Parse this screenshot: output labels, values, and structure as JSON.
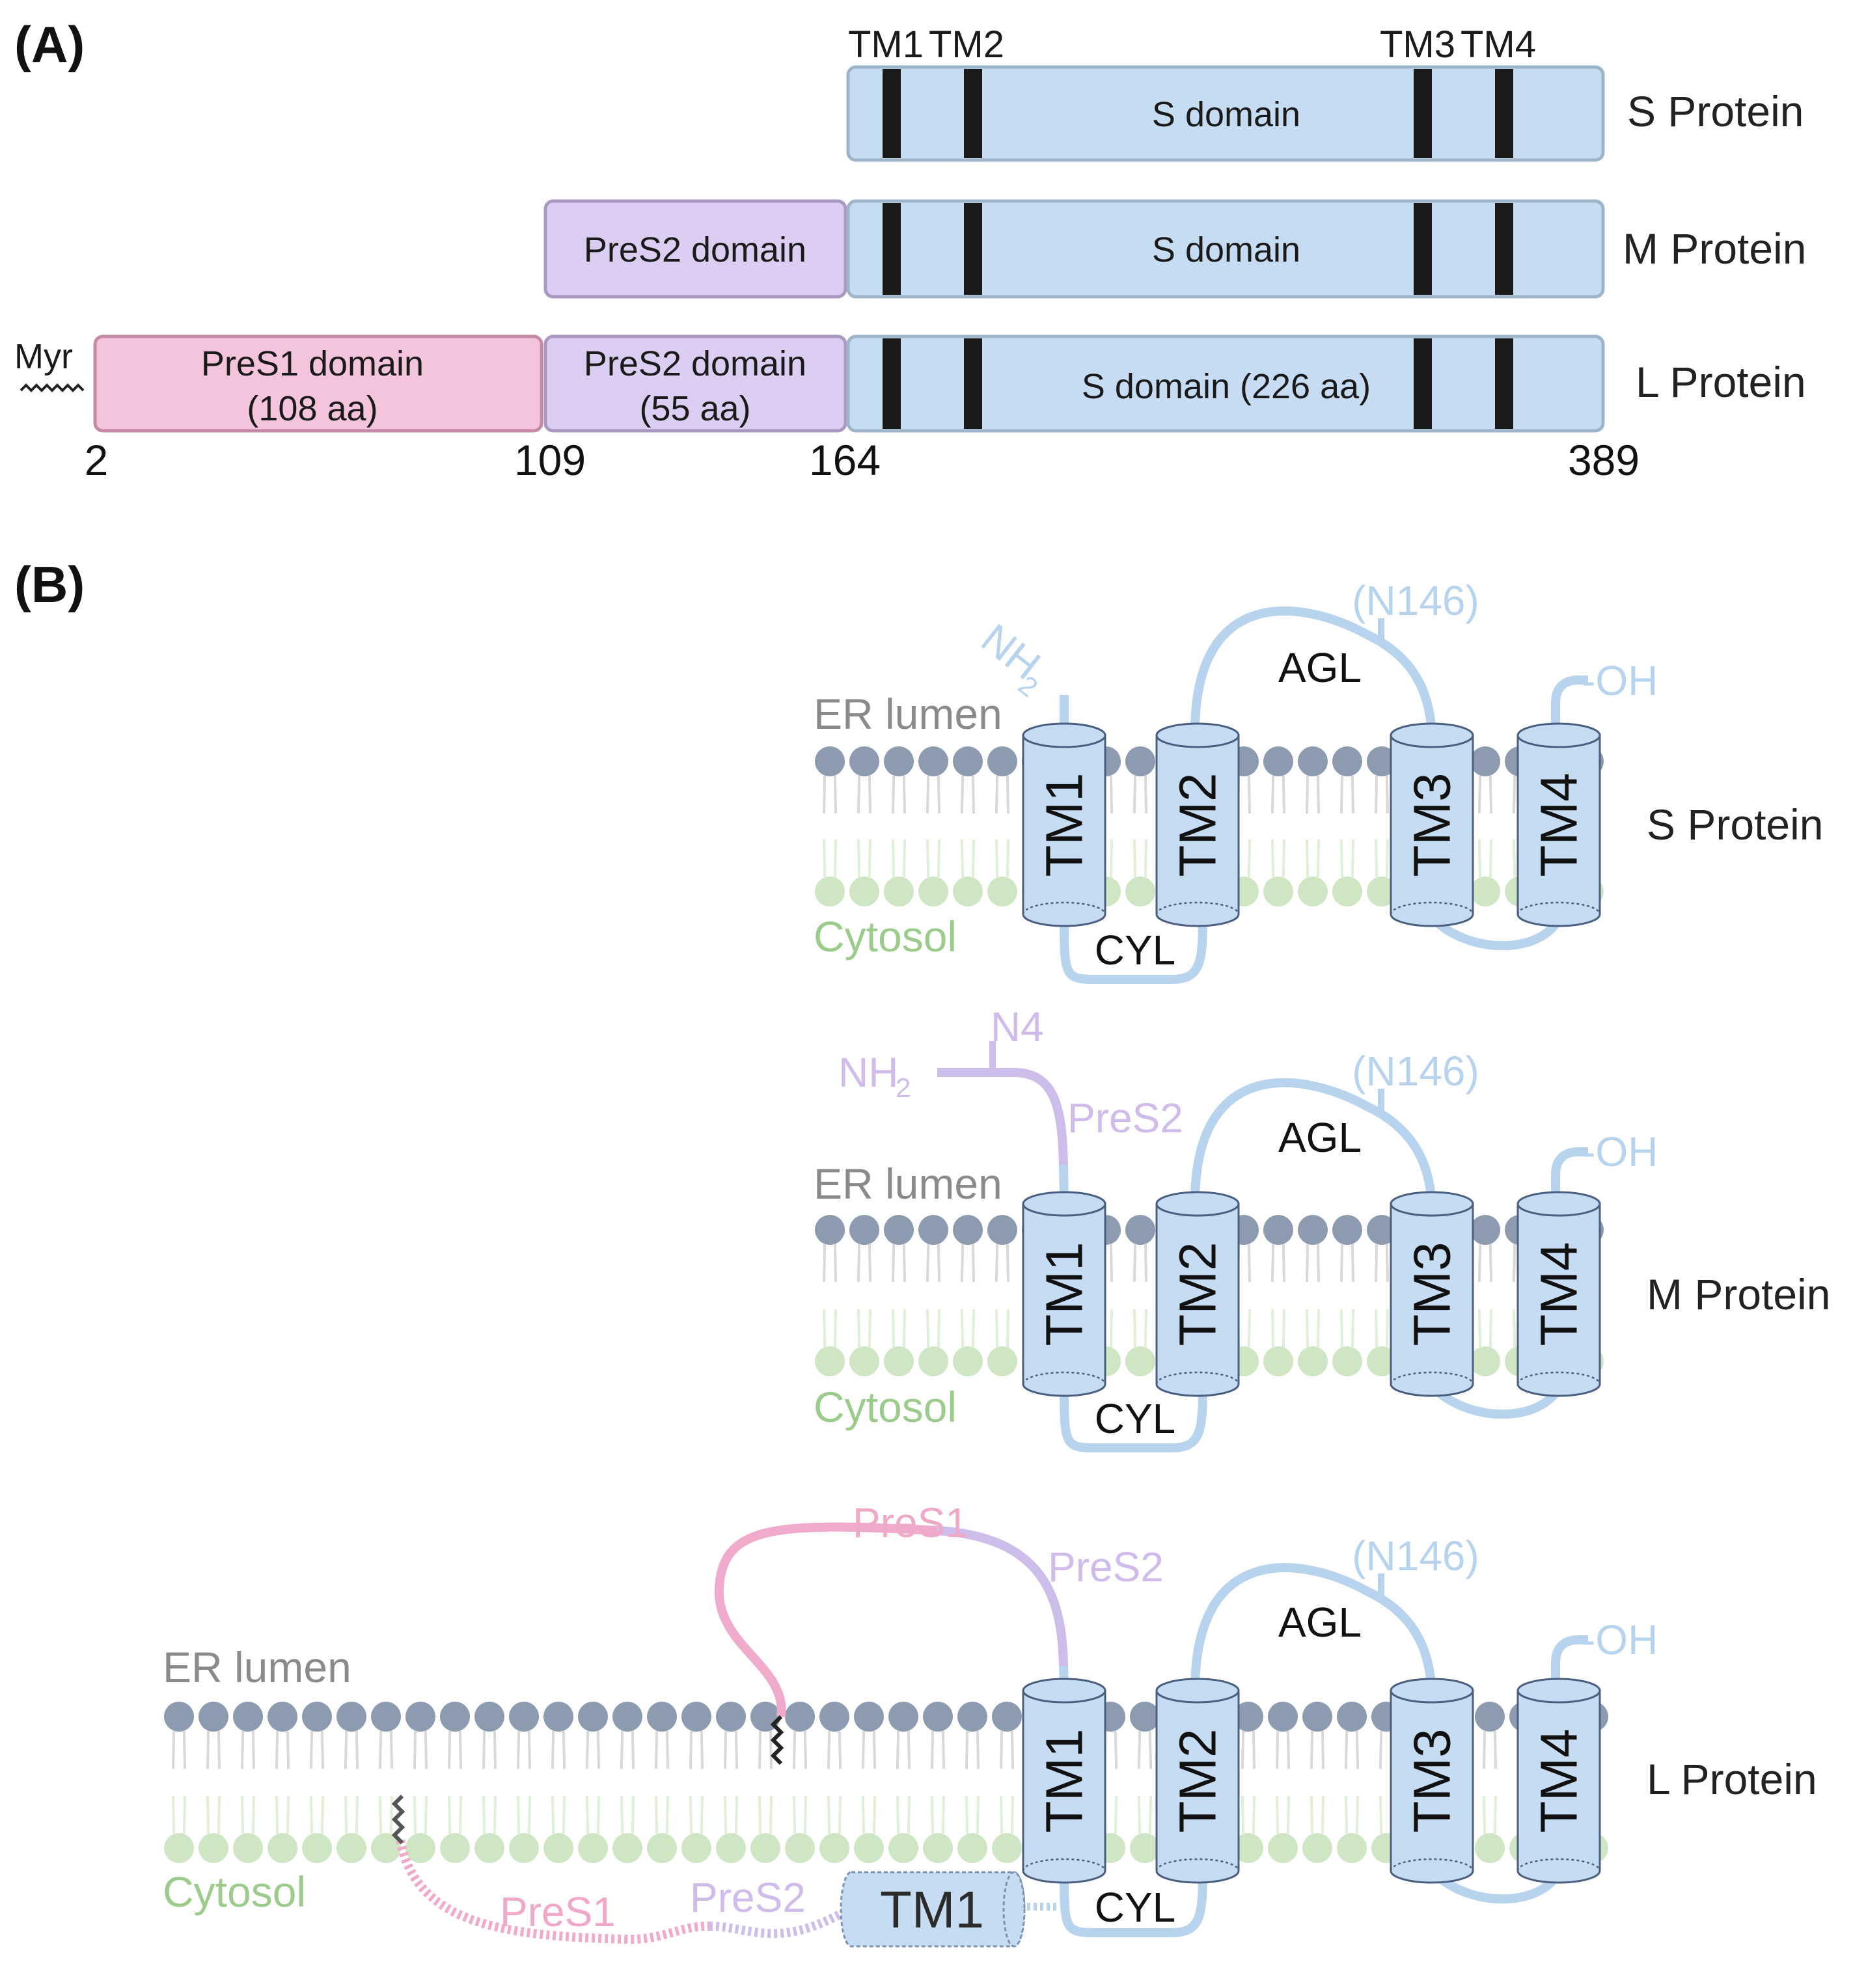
{
  "panels": {
    "a": "(A)",
    "b": "(B)"
  },
  "colors": {
    "s_domain": "#c6dcf2",
    "pres2": "#dccdf2",
    "pres1": "#f3c4dc",
    "tm_bar": "#1a1a1a",
    "head_lumen": "#8c9bb0",
    "head_cyto": "#cfe6c4",
    "loop_blue": "#b7d3ee",
    "loop_lav": "#cdbdea",
    "loop_pink": "#f0aacb"
  },
  "panel_a": {
    "tm_labels": [
      "TM1",
      "TM2",
      "TM3",
      "TM4"
    ],
    "rows": [
      {
        "protein": "S Protein",
        "domains": [
          {
            "type": "s",
            "lines": [
              "S domain"
            ]
          }
        ]
      },
      {
        "protein": "M Protein",
        "domains": [
          {
            "type": "pres2",
            "lines": [
              "PreS2 domain"
            ]
          },
          {
            "type": "s",
            "lines": [
              "S domain"
            ]
          }
        ]
      },
      {
        "protein": "L Protein",
        "domains": [
          {
            "type": "pres1",
            "lines": [
              "PreS1 domain",
              "(108 aa)"
            ]
          },
          {
            "type": "pres2",
            "lines": [
              "PreS2 domain",
              "(55 aa)"
            ]
          },
          {
            "type": "s",
            "lines": [
              "S domain (226 aa)"
            ]
          }
        ]
      }
    ],
    "myr": "Myr",
    "positions": [
      "2",
      "109",
      "164",
      "389"
    ]
  },
  "panel_b": {
    "er_lumen": "ER lumen",
    "cytosol": "Cytosol",
    "tm_labels": [
      "TM1",
      "TM2",
      "TM3",
      "TM4"
    ],
    "agl": "AGL",
    "cyl": "CYL",
    "n146": "(N146)",
    "oh": "-OH",
    "nh2": "NH",
    "nh2_sub": "2",
    "n4": "N4",
    "pres1": "PreS1",
    "pres2": "PreS2",
    "tm1_cyto": "TM1",
    "proteins": [
      "S Protein",
      "M Protein",
      "L Protein"
    ]
  }
}
